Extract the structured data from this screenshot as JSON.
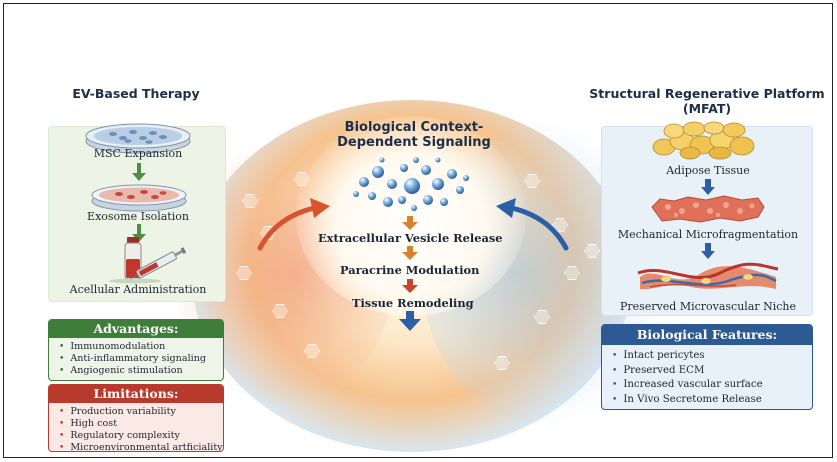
{
  "left": {
    "title": "EV-Based Therapy",
    "steps": [
      "MSC Expansion",
      "Exosome Isolation",
      "Acellular Administration"
    ],
    "advantages": {
      "title": "Advantages:",
      "items": [
        "Immunomodulation",
        "Anti-inflammatory signaling",
        "Angiogenic stimulation"
      ]
    },
    "limitations": {
      "title": "Limitations:",
      "items": [
        "Production variability",
        "High cost",
        "Regulatory complexity",
        "Microenvironmental artficiality"
      ]
    }
  },
  "center": {
    "title_line1": "Biological Context-",
    "title_line2": "Dependent Signaling",
    "steps": [
      "Extracellular Vesicle Release",
      "Paracrine Modulation",
      "Tissue Remodeling"
    ]
  },
  "right": {
    "title_line1": "Structural Regenerative Platform",
    "title_line2": "(MFAT)",
    "steps": [
      "Adipose Tissue",
      "Mechanical Microfragmentation",
      "Preserved Microvascular Niche"
    ],
    "features": {
      "title": "Biological Features:",
      "items": [
        "Intact pericytes",
        "Preserved ECM",
        "Increased vascular surface",
        "In Vivo Secretome Release"
      ]
    }
  },
  "colors": {
    "green": "#3f7d3a",
    "red": "#b83a2d",
    "blue": "#2d5a93",
    "orange_arrow": "#d9822b",
    "blue_arrow": "#2b5fa6"
  }
}
